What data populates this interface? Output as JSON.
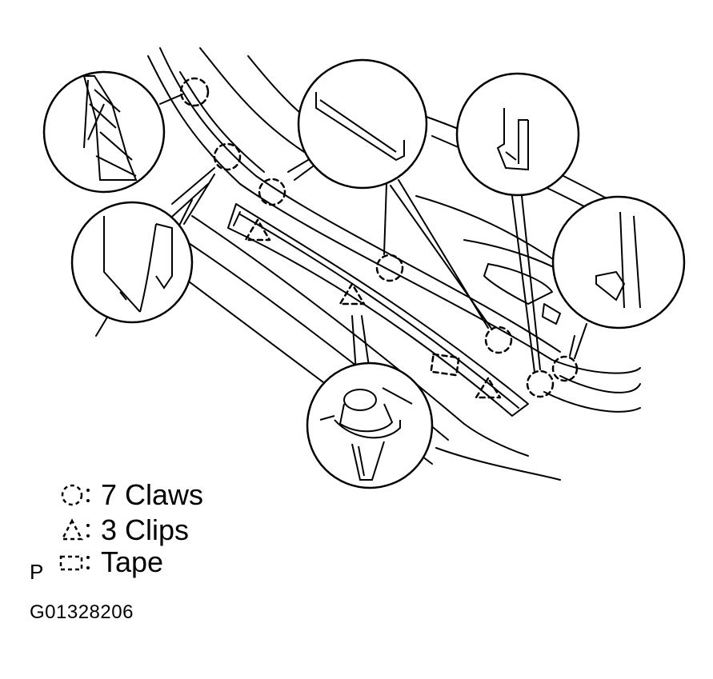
{
  "legend": {
    "claws": "7 Claws",
    "clips": "3 Clips",
    "tape": "Tape",
    "separator": ":"
  },
  "page_marker": "P",
  "figure_code": "G01328206",
  "callouts": [
    {
      "name": "callout-claw-upper-left",
      "icon": "claw-detail-icon"
    },
    {
      "name": "callout-claw-left",
      "icon": "claw-detail-icon"
    },
    {
      "name": "callout-claw-top-center",
      "icon": "claw-detail-icon"
    },
    {
      "name": "callout-claw-top-right",
      "icon": "claw-detail-icon"
    },
    {
      "name": "callout-claw-right",
      "icon": "claw-detail-icon"
    },
    {
      "name": "callout-clip-bottom",
      "icon": "clip-detail-icon"
    }
  ],
  "colors": {
    "ink": "#000000",
    "paper": "#ffffff"
  }
}
